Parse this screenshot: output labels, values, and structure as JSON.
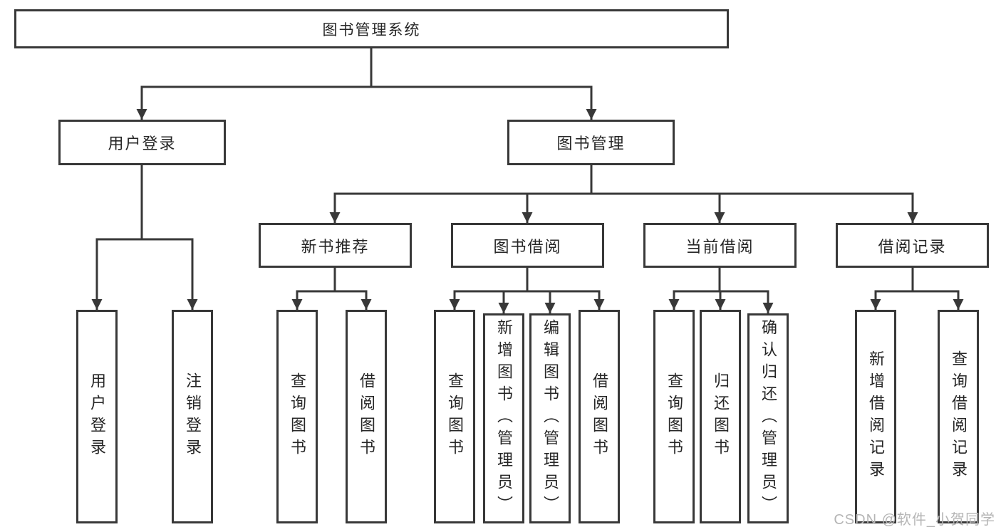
{
  "colors": {
    "line": "#383838",
    "text": "#262626",
    "background": "#ffffff",
    "watermark": "#b5b5b5"
  },
  "watermark": "CSDN @软件_小贺同学",
  "tree": {
    "root": "图书管理系统",
    "level2": [
      "用户登录",
      "图书管理"
    ],
    "level3": [
      "新书推荐",
      "图书借阅",
      "当前借阅",
      "借阅记录"
    ],
    "leaves": [
      "用户登录",
      "注销登录",
      "查询图书",
      "借阅图书",
      "查询图书",
      "新增图书（管理员）",
      "编辑图书（管理员）",
      "借阅图书",
      "查询图书",
      "归还图书",
      "确认归还（管理员）",
      "新增借阅记录",
      "查询借阅记录"
    ]
  },
  "hierarchy": [
    {
      "parent": "图书管理系统",
      "children": [
        "用户登录",
        "图书管理"
      ]
    },
    {
      "parent": "用户登录",
      "children": [
        "用户登录",
        "注销登录"
      ]
    },
    {
      "parent": "图书管理",
      "children": [
        "新书推荐",
        "图书借阅",
        "当前借阅",
        "借阅记录"
      ]
    },
    {
      "parent": "新书推荐",
      "children": [
        "查询图书",
        "借阅图书"
      ]
    },
    {
      "parent": "图书借阅",
      "children": [
        "查询图书",
        "新增图书（管理员）",
        "编辑图书（管理员）",
        "借阅图书"
      ]
    },
    {
      "parent": "当前借阅",
      "children": [
        "查询图书",
        "归还图书",
        "确认归还（管理员）"
      ]
    },
    {
      "parent": "借阅记录",
      "children": [
        "新增借阅记录",
        "查询借阅记录"
      ]
    }
  ]
}
